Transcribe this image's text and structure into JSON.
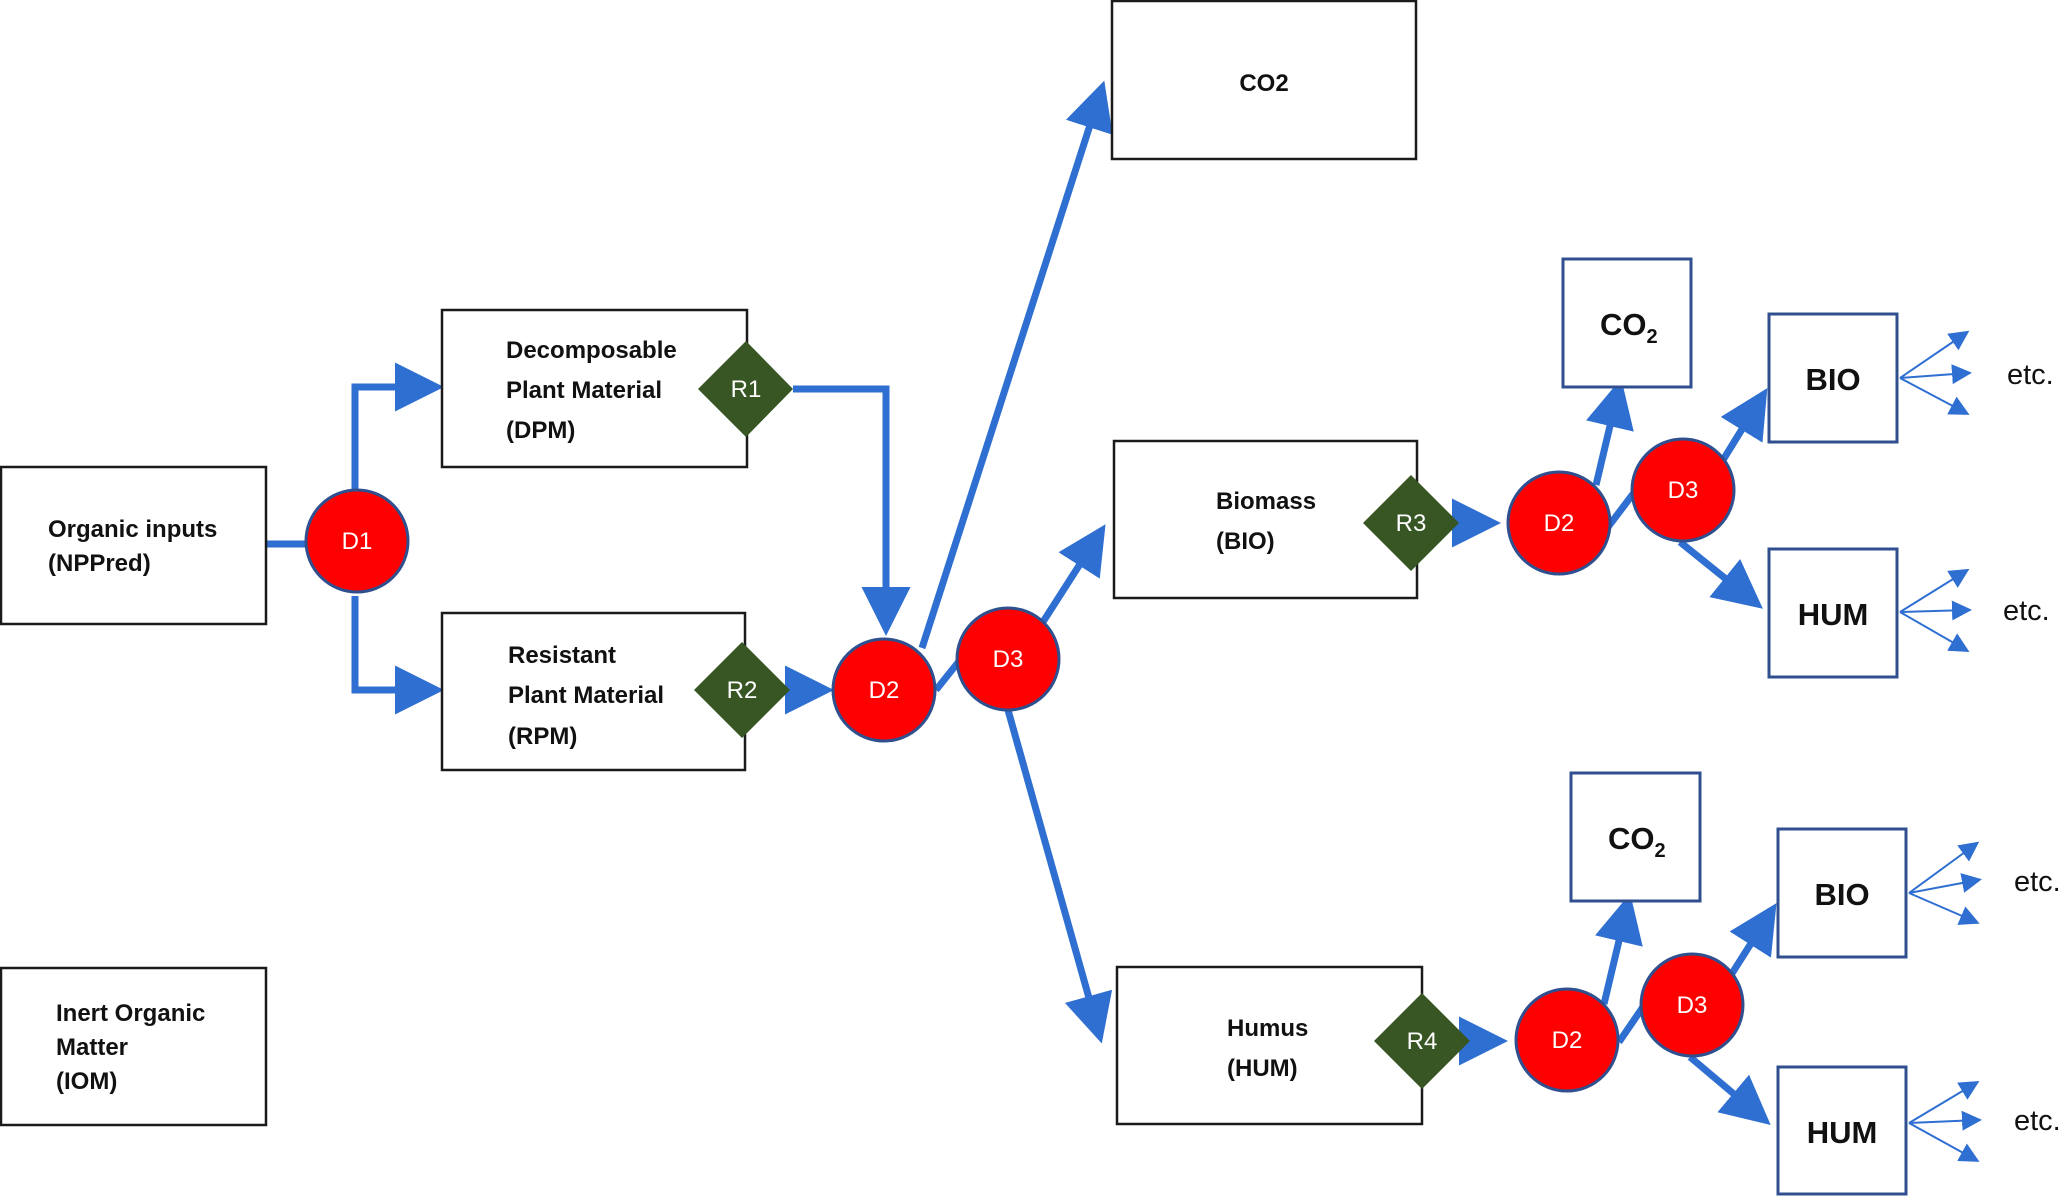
{
  "boxes": {
    "organic_inputs": [
      "Organic inputs",
      "(NPPred)"
    ],
    "dpm": [
      "Decomposable",
      "Plant Material",
      "(DPM)"
    ],
    "rpm": [
      "Resistant",
      "Plant Material",
      "(RPM)"
    ],
    "iom": [
      "Inert Organic",
      "Matter",
      "(IOM)"
    ],
    "co2_top": "CO2",
    "biomass": [
      "Biomass",
      "(BIO)"
    ],
    "humus": [
      "Humus",
      "(HUM)"
    ],
    "co2_sub": {
      "main": "CO",
      "sub": "2"
    },
    "bio": "BIO",
    "hum": "HUM"
  },
  "nodes": {
    "d1": "D1",
    "d2": "D2",
    "d3": "D3",
    "r1": "R1",
    "r2": "R2",
    "r3": "R3",
    "r4": "R4"
  },
  "etc_label": "etc.",
  "colors": {
    "arrow": "#2e6fd1",
    "decomposition_node": "#ff0000",
    "rate_node": "#375623",
    "node_border": "#2f4f8f"
  }
}
